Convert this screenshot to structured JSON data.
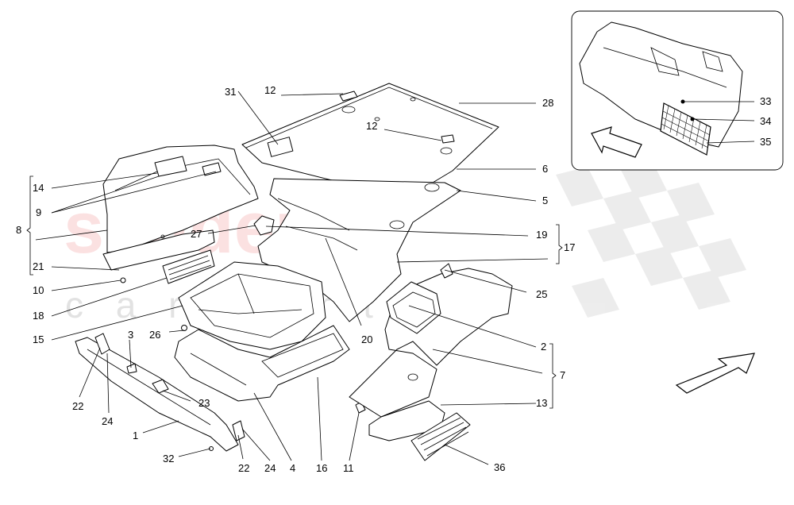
{
  "watermark": {
    "brand": "scuderia",
    "sub": "c a r p a r t s"
  },
  "callouts": [
    "1",
    "2",
    "3",
    "4",
    "5",
    "6",
    "7",
    "8",
    "9",
    "10",
    "11",
    "12",
    "13",
    "14",
    "15",
    "16",
    "17",
    "18",
    "19",
    "20",
    "21",
    "22",
    "23",
    "24",
    "25",
    "26",
    "27",
    "28",
    "31",
    "32",
    "33",
    "34",
    "35",
    "36"
  ],
  "labels": {
    "l1": "1",
    "l2": "2",
    "l3": "3",
    "l4": "4",
    "l5": "5",
    "l6": "6",
    "l7": "7",
    "l8": "8",
    "l9": "9",
    "l10": "10",
    "l11": "11",
    "l12a": "12",
    "l12b": "12",
    "l13": "13",
    "l14": "14",
    "l15": "15",
    "l16": "16",
    "l17": "17",
    "l18": "18",
    "l19": "19",
    "l20": "20",
    "l21": "21",
    "l22a": "22",
    "l22b": "22",
    "l23": "23",
    "l24a": "24",
    "l24b": "24",
    "l25": "25",
    "l26": "26",
    "l27": "27",
    "l28": "28",
    "l31": "31",
    "l32": "32",
    "l33": "33",
    "l34": "34",
    "l35": "35",
    "l36": "36"
  },
  "colors": {
    "watermark": "#e31e24",
    "line": "#000000",
    "background": "#ffffff"
  },
  "icons": [
    "direction-arrow-icon"
  ]
}
